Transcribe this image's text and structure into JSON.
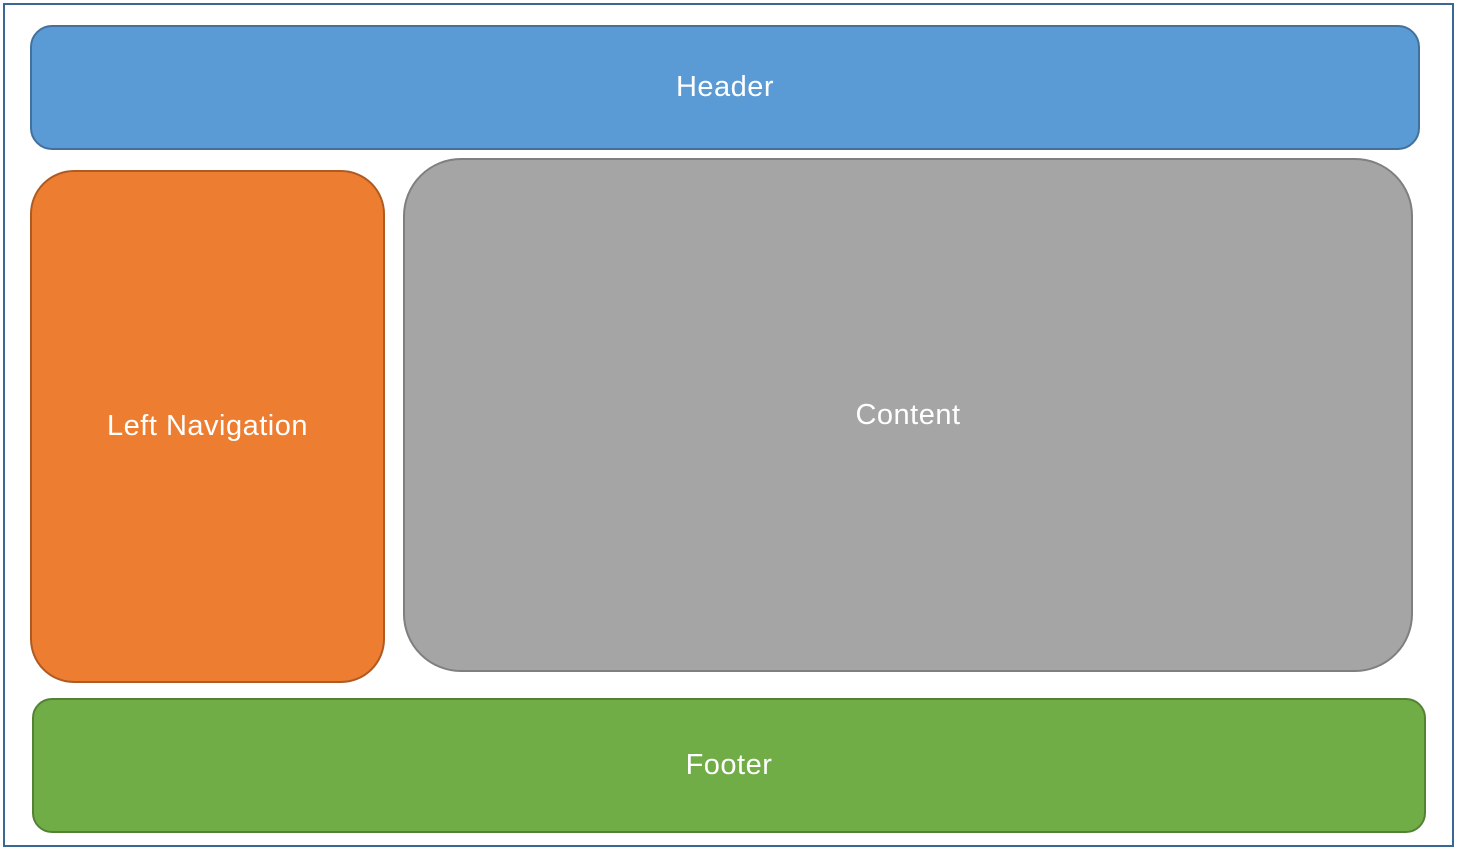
{
  "diagram": {
    "type": "page-layout-wireframe",
    "outer_border_color": "#3A6894",
    "background_color": "#FFFFFF",
    "text_color": "#FFFFFF",
    "blocks": {
      "header": {
        "label": "Header",
        "fill": "#5B9BD5",
        "border": "#41719C"
      },
      "left_nav": {
        "label": "Left Navigation",
        "fill": "#ED7D31",
        "border": "#AE5A21"
      },
      "content": {
        "label": "Content",
        "fill": "#A5A5A5",
        "border": "#7F7F7F"
      },
      "footer": {
        "label": "Footer",
        "fill": "#70AD47",
        "border": "#548235"
      }
    }
  }
}
